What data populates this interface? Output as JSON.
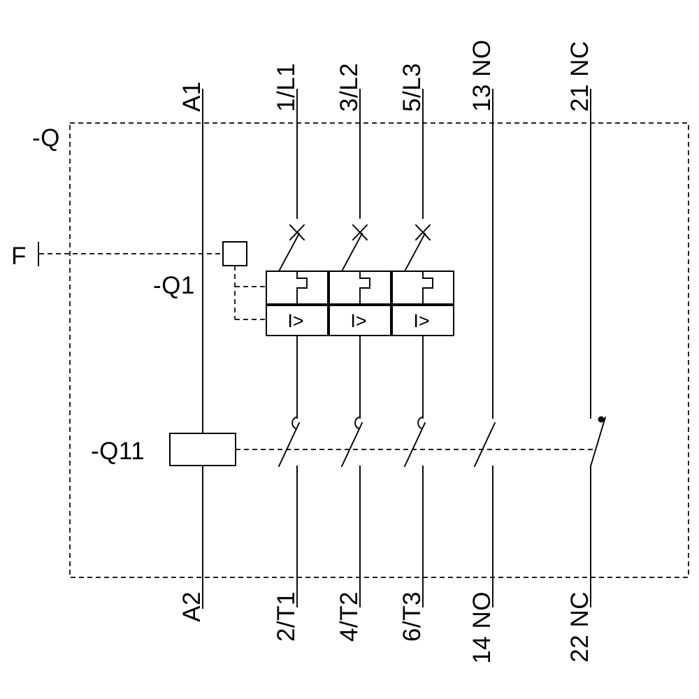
{
  "diagram": {
    "type": "electrical-schematic",
    "labels": {
      "enclosure": "-Q",
      "function_input": "F",
      "breaker": "-Q1",
      "contactor": "-Q11",
      "overload_release": "I>"
    },
    "top_terminals": [
      "A1",
      "1/L1",
      "3/L2",
      "5/L3",
      "13 NO",
      "21 NC"
    ],
    "bottom_terminals": [
      "A2",
      "2/T1",
      "4/T2",
      "6/T3",
      "14 NO",
      "22 NC"
    ],
    "colors": {
      "line": "#000000",
      "background": "#ffffff"
    }
  }
}
